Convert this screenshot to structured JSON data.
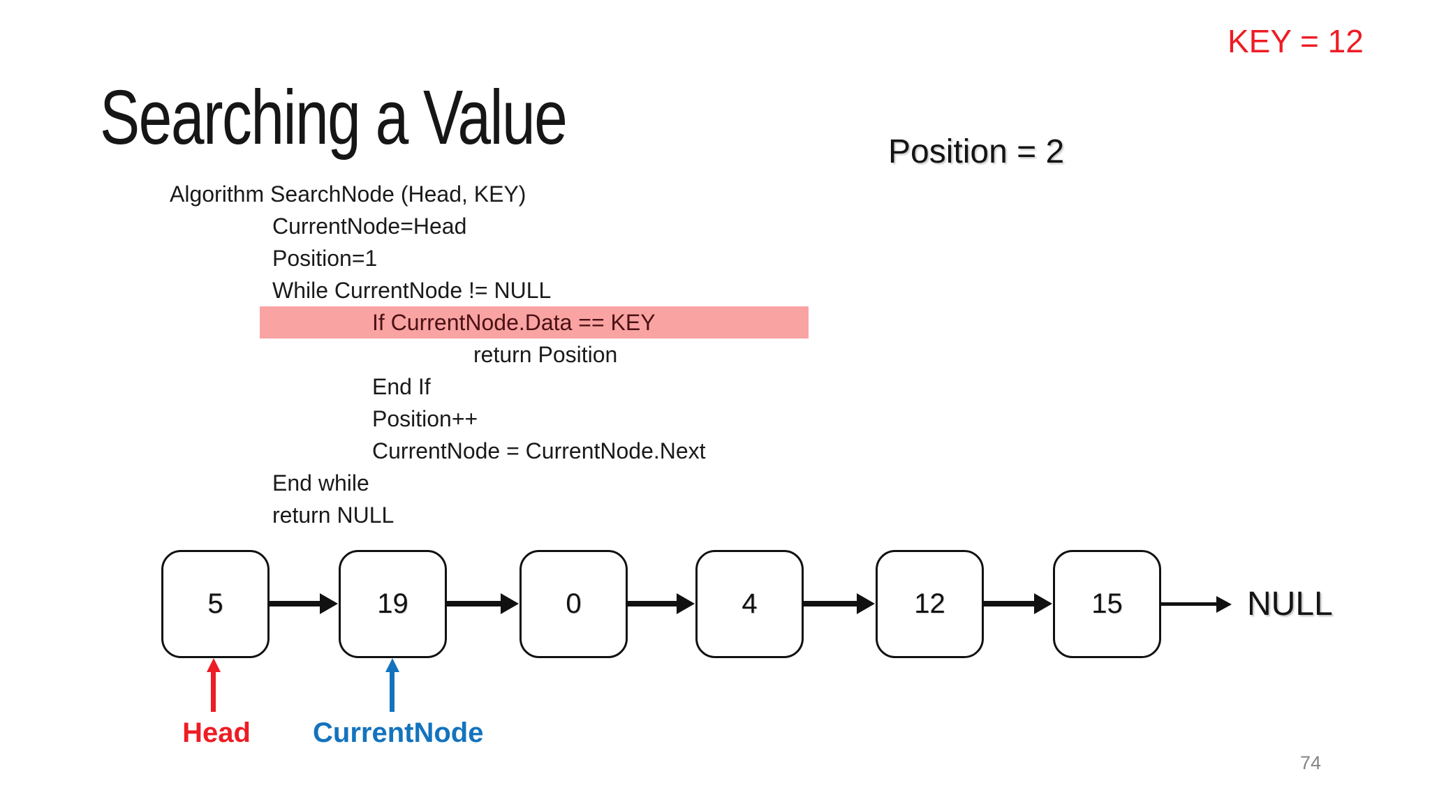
{
  "slide": {
    "title": "Searching a Value",
    "key_label": "KEY = 12",
    "position_label": "Position = 2",
    "page_number": "74"
  },
  "code": {
    "lines": [
      {
        "text": "Algorithm SearchNode (Head, KEY)",
        "indent": 0,
        "highlighted": false
      },
      {
        "text": "CurrentNode=Head",
        "indent": 1,
        "highlighted": false
      },
      {
        "text": "Position=1",
        "indent": 1,
        "highlighted": false
      },
      {
        "text": "While CurrentNode != NULL",
        "indent": 1,
        "highlighted": false
      },
      {
        "text": "If CurrentNode.Data == KEY",
        "indent": 2,
        "highlighted": true
      },
      {
        "text": "return Position",
        "indent": 3,
        "highlighted": false
      },
      {
        "text": "End If",
        "indent": 2,
        "highlighted": false
      },
      {
        "text": "Position++",
        "indent": 2,
        "highlighted": false
      },
      {
        "text": "CurrentNode = CurrentNode.Next",
        "indent": 2,
        "highlighted": false
      },
      {
        "text": "End while",
        "indent": 1,
        "highlighted": false
      },
      {
        "text": "return NULL",
        "indent": 1,
        "highlighted": false
      }
    ]
  },
  "list": {
    "nodes": [
      "5",
      "19",
      "0",
      "4",
      "12",
      "15"
    ],
    "terminator": "NULL",
    "pointers": [
      {
        "label": "Head",
        "target_node_index": 0,
        "color": "#ee1c24"
      },
      {
        "label": "CurrentNode",
        "target_node_index": 1,
        "color": "#1473bd"
      }
    ]
  },
  "colors": {
    "accent_red": "#ee1c24",
    "accent_blue": "#1473bd",
    "highlight_pink": "#f9a3a3",
    "highlight_text": "#4a1113",
    "text": "#141414",
    "page_number_gray": "#848484"
  }
}
